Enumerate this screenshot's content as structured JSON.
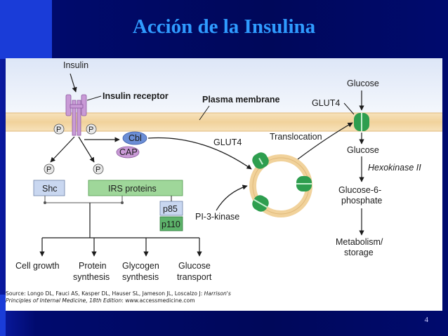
{
  "slide": {
    "title": "Acción de la Insulina",
    "page_number": "4"
  },
  "colors": {
    "background": "#000a6e",
    "title": "#2f9bff",
    "membrane": "#f3d7a4",
    "glut4": "#2e9e4f",
    "irs_box": "#9fd79a",
    "shc_box": "#c9d7f0",
    "receptor": "#c99ad6",
    "vesicle": "#f3d7a4"
  },
  "diagram": {
    "insulin": "Insulin",
    "insulin_receptor": "Insulin receptor",
    "plasma_membrane": "Plasma membrane",
    "glucose_top": "Glucose",
    "glut4_membrane": "GLUT4",
    "phospho": "P",
    "cbl": "Cbl",
    "cap": "CAP",
    "translocation": "Translocation",
    "glut4_vesicle": "GLUT4",
    "glucose_inside": "Glucose",
    "hexokinase": "Hexokinase II",
    "shc": "Shc",
    "irs": "IRS proteins",
    "p85": "p85",
    "p110": "p110",
    "pi3k": "PI-3-kinase",
    "g6p_line1": "Glucose-6-",
    "g6p_line2": "phosphate",
    "metab_line1": "Metabolism/",
    "metab_line2": "storage",
    "out_cell_growth": "Cell growth",
    "out_protein_1": "Protein",
    "out_protein_2": "synthesis",
    "out_glycogen_1": "Glycogen",
    "out_glycogen_2": "synthesis",
    "out_glucose_1": "Glucose",
    "out_glucose_2": "transport"
  },
  "source": {
    "prefix": "Source: Longo DL, Fauci AS, Kasper DL, Hauser SL, Jameson JL, Loscalzo J: ",
    "book_line1": "Harrison's",
    "book_line2": "Principles of Internal Medicine, 18th Edition",
    "suffix": ": www.accessmedicine.com"
  }
}
